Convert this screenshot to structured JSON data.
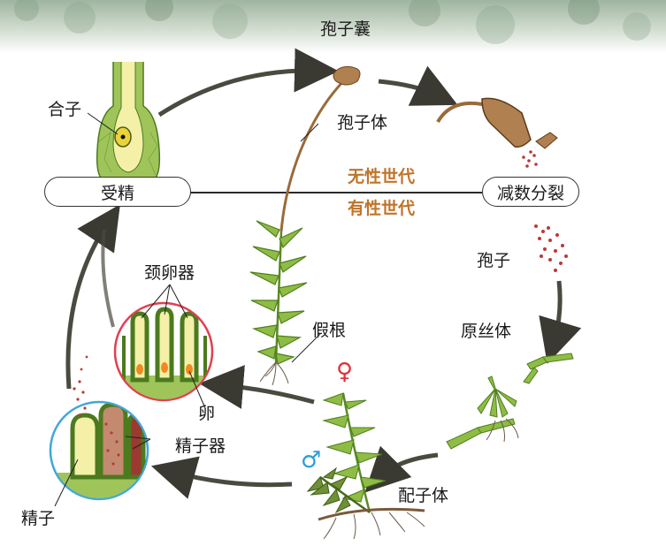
{
  "labels": {
    "zygote": "合子",
    "sporangium": "孢子囊",
    "sporophyte": "孢子体",
    "fertilization": "受精",
    "meiosis": "减数分裂",
    "asexual_generation": "无性世代",
    "sexual_generation": "有性世代",
    "archegonium": "颈卵器",
    "rhizoid": "假根",
    "spore": "孢子",
    "protonema": "原丝体",
    "egg": "卵",
    "antheridium": "精子器",
    "sperm": "精子",
    "gametophyte": "配子体",
    "female_symbol": "♀",
    "male_symbol": "♂"
  },
  "colors": {
    "asexual_text": "#c0742a",
    "female_symbol": "#e0303a",
    "male_symbol": "#2a9fd6",
    "plant_green": "#7fae3a",
    "capsule_brown": "#b08050",
    "circle_red": "#e04050",
    "circle_blue": "#40a8d8"
  }
}
